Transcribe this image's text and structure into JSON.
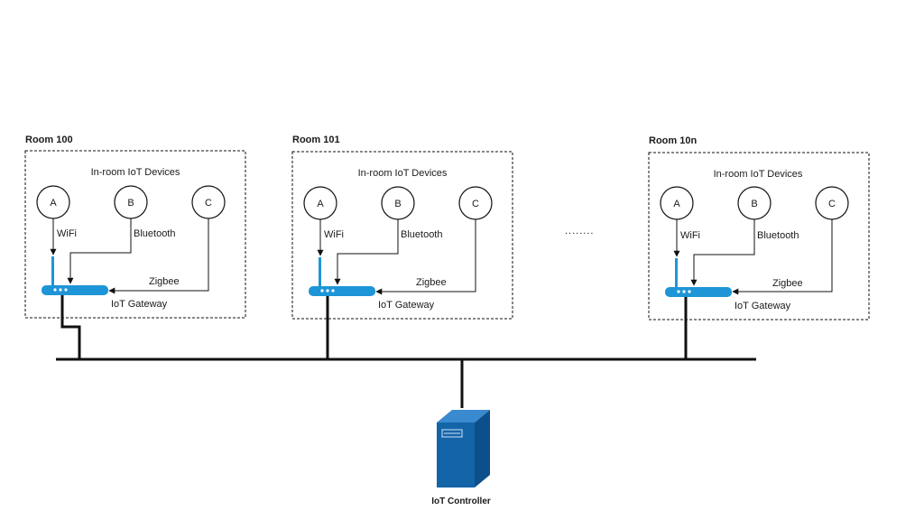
{
  "diagram": {
    "rooms": [
      {
        "title": "Room 100",
        "devices_label": "In-room IoT Devices",
        "devices": [
          "A",
          "B",
          "C"
        ],
        "links": [
          "WiFi",
          "Bluetooth",
          "Zigbee"
        ],
        "gateway_label": "IoT Gateway"
      },
      {
        "title": "Room 101",
        "devices_label": "In-room IoT Devices",
        "devices": [
          "A",
          "B",
          "C"
        ],
        "links": [
          "WiFi",
          "Bluetooth",
          "Zigbee"
        ],
        "gateway_label": "IoT Gateway"
      },
      {
        "title": "Room 10n",
        "devices_label": "In-room IoT Devices",
        "devices": [
          "A",
          "B",
          "C"
        ],
        "links": [
          "WiFi",
          "Bluetooth",
          "Zigbee"
        ],
        "gateway_label": "IoT Gateway"
      }
    ],
    "ellipsis": "........",
    "controller_label": "IoT Controller",
    "colors": {
      "gateway": "#1e95d6",
      "server_front": "#1464a8",
      "server_side": "#0d4f8a",
      "server_top": "#3a8ad0"
    },
    "icons": {
      "gateway": "router-icon",
      "controller": "server-icon"
    }
  }
}
